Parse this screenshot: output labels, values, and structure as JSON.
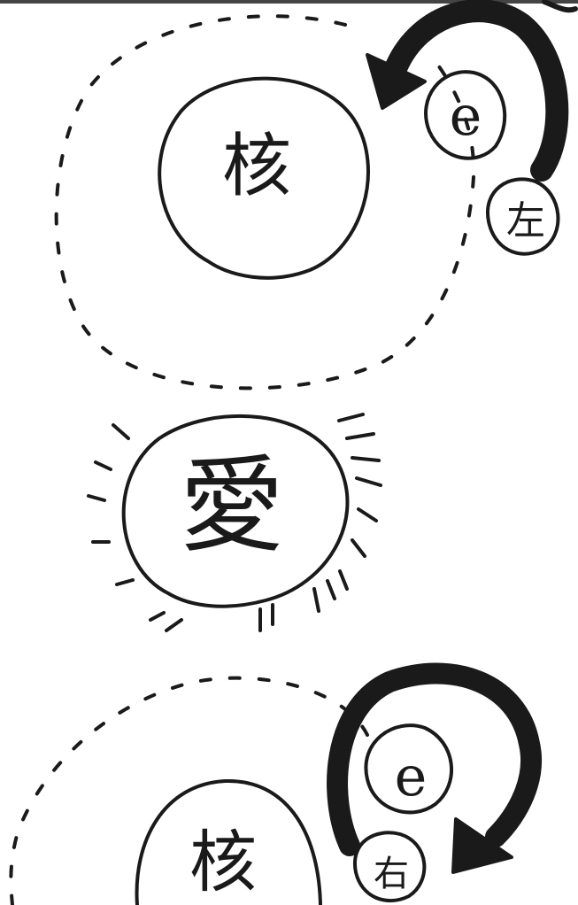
{
  "top_group": {
    "nucleus_label": "核",
    "electron_label": "e",
    "spin_label": "左"
  },
  "middle_group": {
    "love_label": "愛"
  },
  "bottom_group": {
    "nucleus_label": "核",
    "electron_label": "e",
    "spin_label": "右"
  },
  "colors": {
    "ink": "#1a1a1a",
    "paper": "#ffffff"
  }
}
